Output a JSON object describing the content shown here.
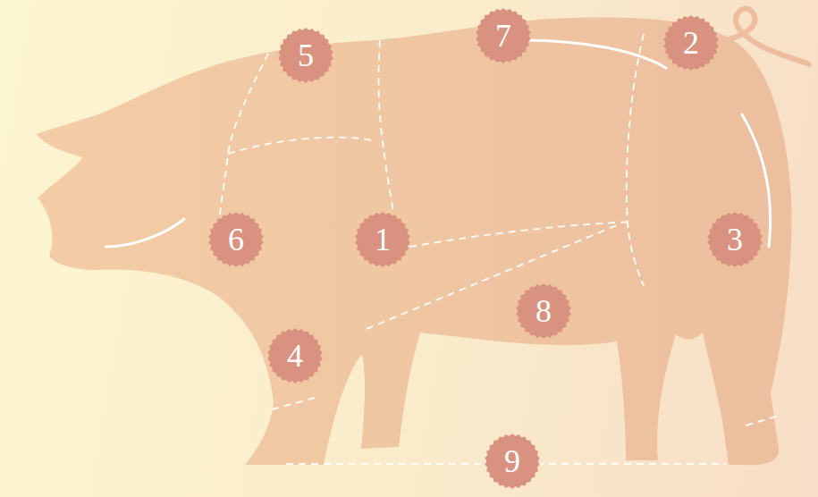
{
  "diagram": {
    "nodes": [
      {
        "text": [
          "5"
        ]
      },
      {
        "text": [
          "7"
        ]
      },
      {
        "text": [
          "2"
        ]
      },
      {
        "text": [
          "6"
        ]
      },
      {
        "text": [
          "1"
        ]
      },
      {
        "text": [
          "3"
        ]
      },
      {
        "text": [
          "8"
        ]
      },
      {
        "text": [
          "4"
        ]
      },
      {
        "text": [
          "9"
        ]
      }
    ]
  }
}
